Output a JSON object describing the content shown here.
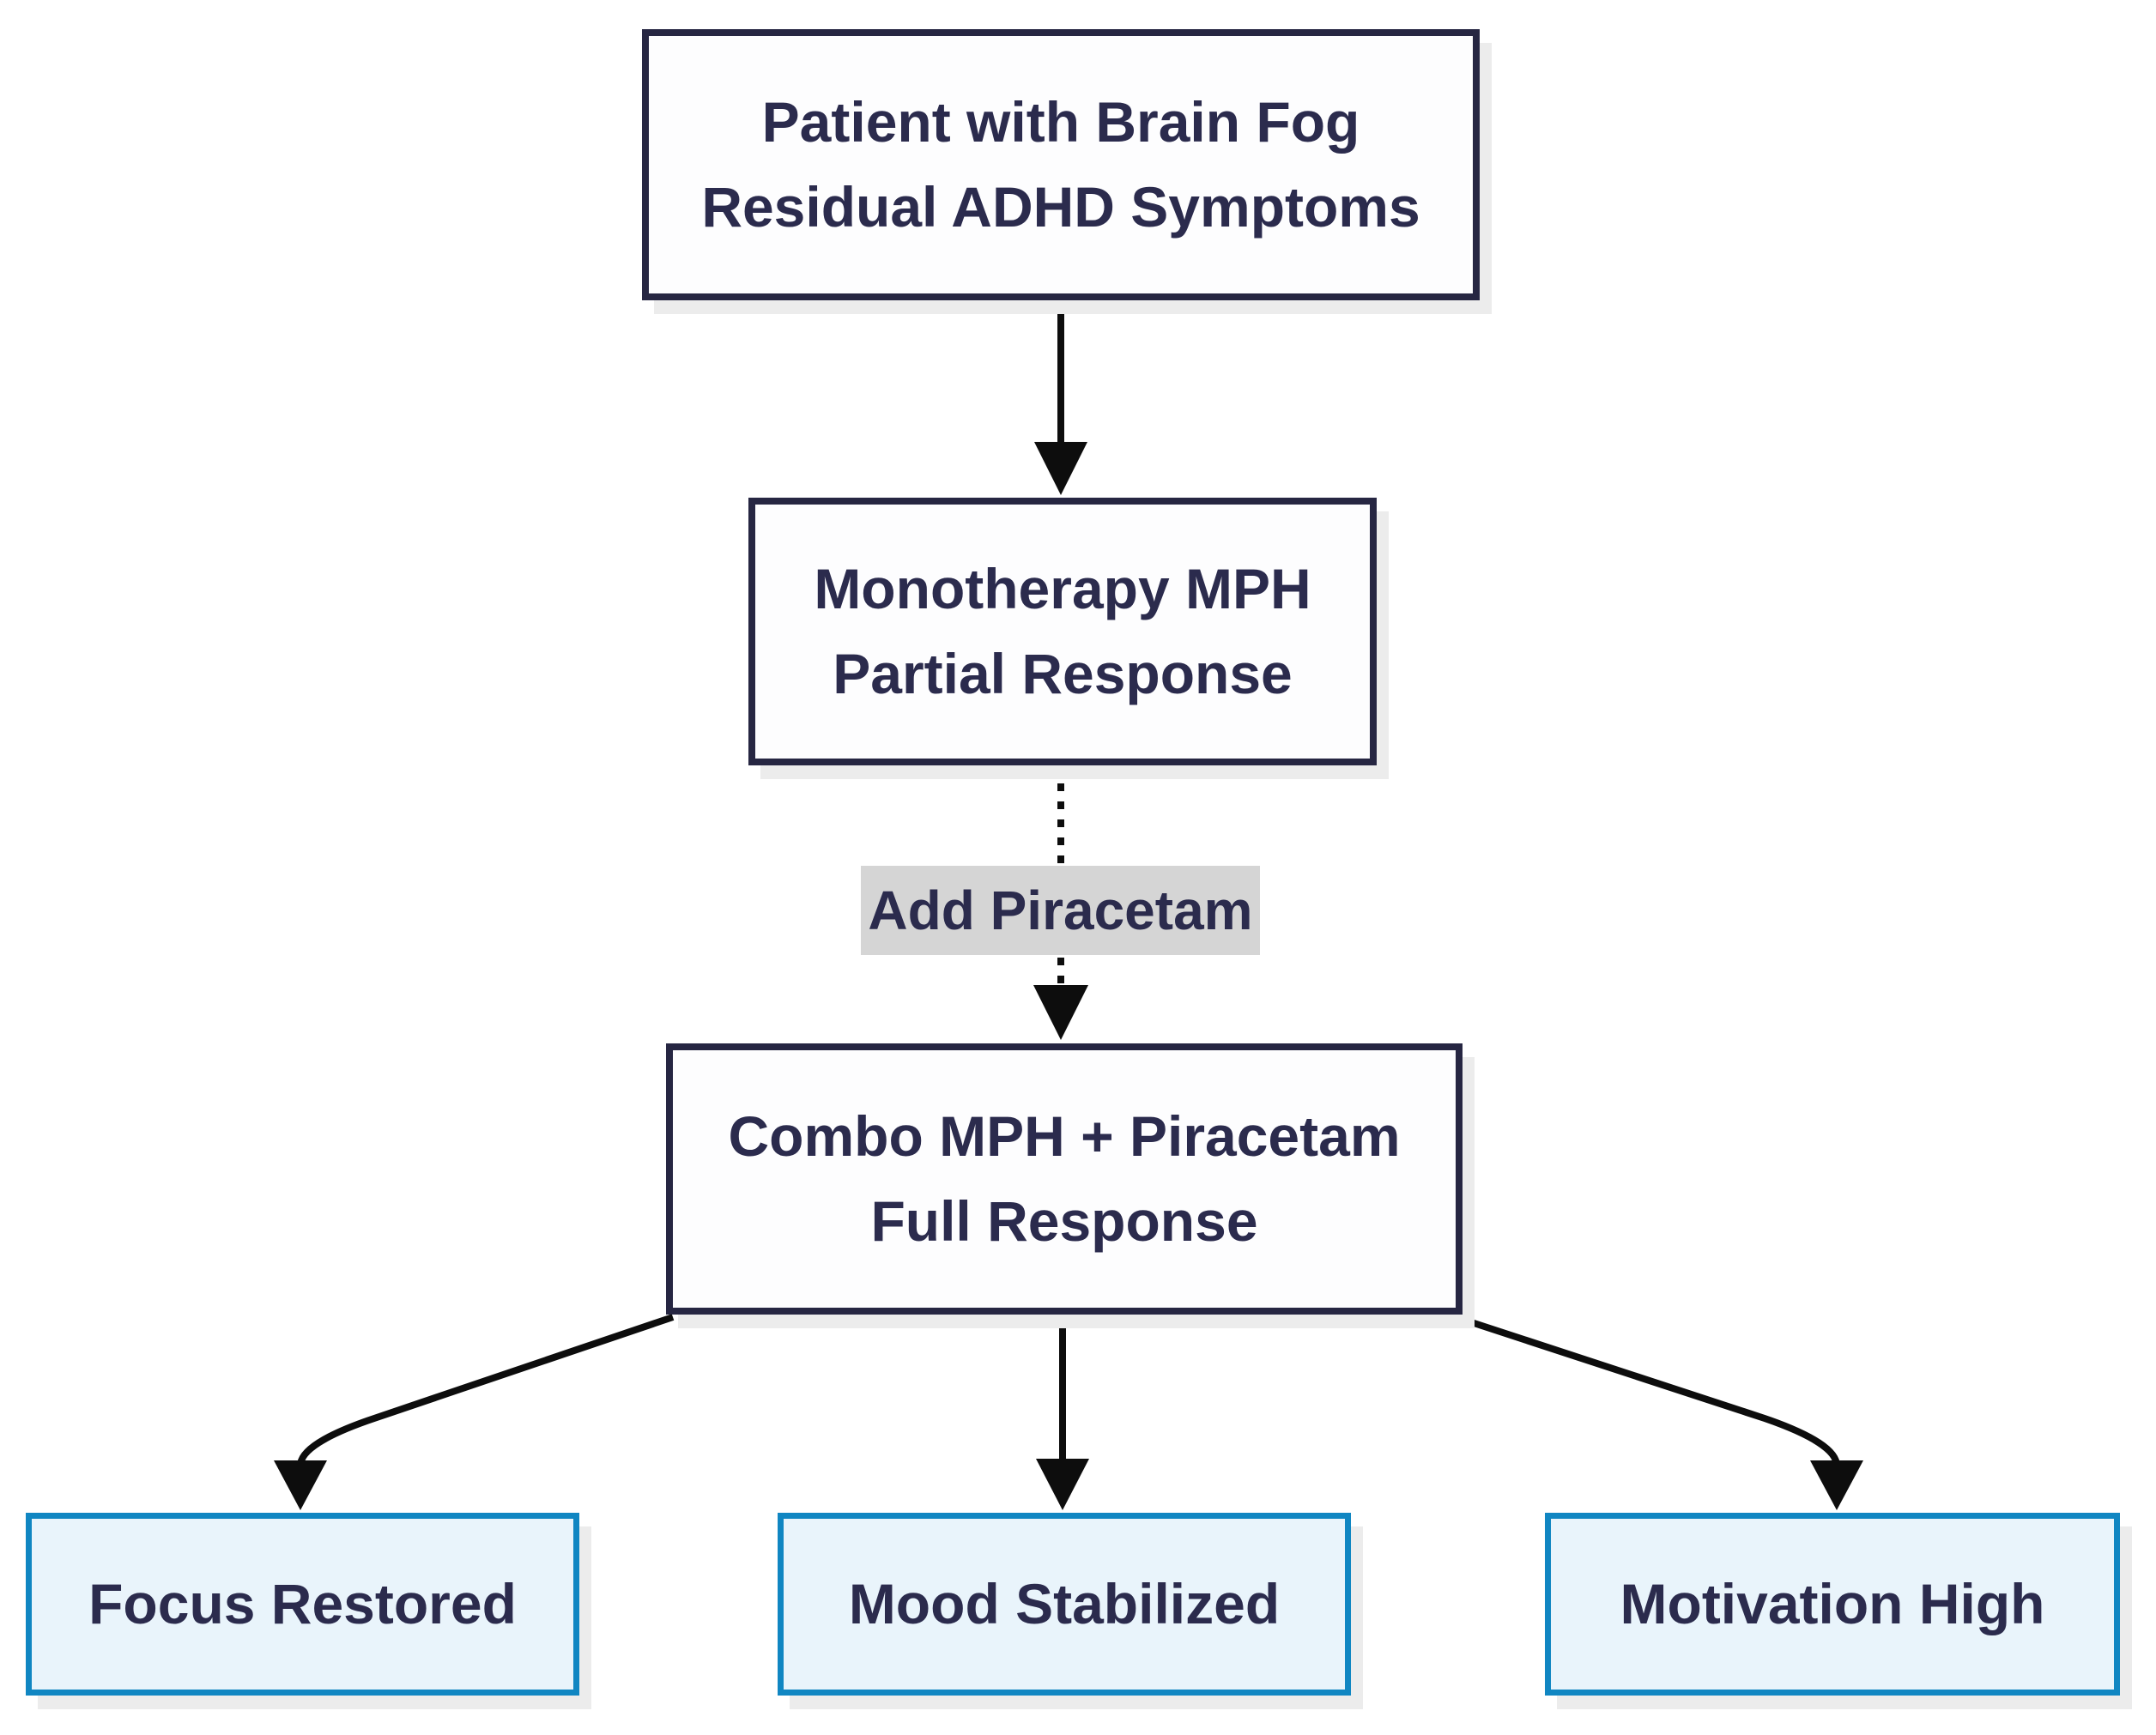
{
  "diagram": {
    "type": "flowchart",
    "direction": "top-down",
    "nodes": {
      "patient": {
        "line1": "Patient with Brain Fog",
        "line2": "Residual ADHD Symptoms"
      },
      "monotherapy": {
        "line1": "Monotherapy MPH",
        "line2": "Partial Response"
      },
      "combo": {
        "line1": "Combo MPH + Piracetam",
        "line2": "Full Response"
      },
      "focus": {
        "label": "Focus Restored"
      },
      "mood": {
        "label": "Mood Stabilized"
      },
      "motivation": {
        "label": "Motivation High"
      }
    },
    "edge_label": "Add Piracetam",
    "edges": [
      {
        "from": "patient",
        "to": "monotherapy",
        "style": "solid"
      },
      {
        "from": "monotherapy",
        "to": "combo",
        "style": "dotted",
        "label": "Add Piracetam"
      },
      {
        "from": "combo",
        "to": "focus",
        "style": "solid"
      },
      {
        "from": "combo",
        "to": "mood",
        "style": "solid"
      },
      {
        "from": "combo",
        "to": "motivation",
        "style": "solid"
      }
    ],
    "colors": {
      "node_border": "#262642",
      "node_fill": "#fdfdfe",
      "node_text": "#2b2b4d",
      "outcome_border": "#1086c2",
      "outcome_fill": "#e9f4fb",
      "edge_label_bg": "#d5d5d5",
      "arrow": "#0d0d0d",
      "shadow": "#ececec",
      "background": "#ffffff"
    }
  }
}
